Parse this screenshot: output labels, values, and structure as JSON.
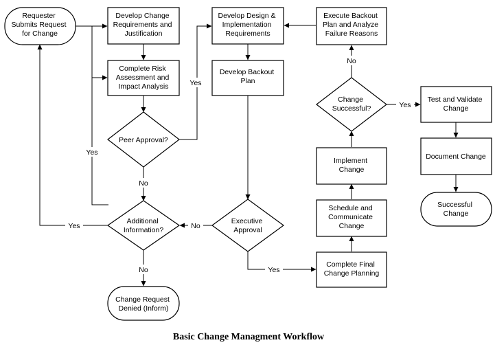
{
  "diagram": {
    "title": "Basic Change Managment Workflow",
    "nodes": [
      {
        "id": "requester",
        "shape": "terminal",
        "lines": [
          "Requester",
          "Submits Request",
          "for Change"
        ]
      },
      {
        "id": "develop_change",
        "shape": "process",
        "lines": [
          "Develop Change",
          "Requirements and",
          "Justification"
        ]
      },
      {
        "id": "risk",
        "shape": "process",
        "lines": [
          "Complete Risk",
          "Assessment and",
          "Impact Analysis"
        ]
      },
      {
        "id": "peer",
        "shape": "decision",
        "lines": [
          "Peer Approval?"
        ]
      },
      {
        "id": "additional",
        "shape": "decision",
        "lines": [
          "Additional",
          "Information?"
        ]
      },
      {
        "id": "denied",
        "shape": "terminal",
        "lines": [
          "Change Request",
          "Denied (Inform)"
        ]
      },
      {
        "id": "design",
        "shape": "process",
        "lines": [
          "Develop Design &",
          "Implementation",
          "Requirements"
        ]
      },
      {
        "id": "backout",
        "shape": "process",
        "lines": [
          "Develop Backout",
          "Plan"
        ]
      },
      {
        "id": "executive",
        "shape": "decision",
        "lines": [
          "Executive",
          "Approval"
        ]
      },
      {
        "id": "final_planning",
        "shape": "process",
        "lines": [
          "Complete Final",
          "Change Planning"
        ]
      },
      {
        "id": "schedule",
        "shape": "process",
        "lines": [
          "Schedule and",
          "Communicate",
          "Change"
        ]
      },
      {
        "id": "implement",
        "shape": "process",
        "lines": [
          "Implement",
          "Change"
        ]
      },
      {
        "id": "successful_q",
        "shape": "decision",
        "lines": [
          "Change",
          "Successful?"
        ]
      },
      {
        "id": "execute_backout",
        "shape": "process",
        "lines": [
          "Execute Backout",
          "Plan and Analyze",
          "Failure Reasons"
        ]
      },
      {
        "id": "test",
        "shape": "process",
        "lines": [
          "Test and Validate",
          "Change"
        ]
      },
      {
        "id": "document",
        "shape": "process",
        "lines": [
          "Document Change"
        ]
      },
      {
        "id": "successful_end",
        "shape": "terminal",
        "lines": [
          "Successful",
          "Change"
        ]
      }
    ],
    "edge_labels": {
      "peer_yes": "Yes",
      "peer_no": "No",
      "additional_yes": "Yes",
      "additional_no": "No",
      "loop_yes": "Yes",
      "executive_no": "No",
      "executive_yes": "Yes",
      "successful_yes": "Yes",
      "successful_no": "No"
    }
  }
}
